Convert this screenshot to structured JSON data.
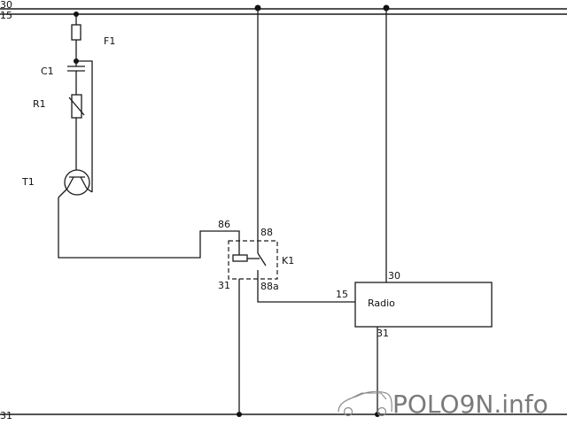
{
  "rails": {
    "top_a": "30",
    "top_b": "15",
    "bottom": "31"
  },
  "components": {
    "fuse": "F1",
    "capacitor": "C1",
    "resistor": "R1",
    "transistor": "T1",
    "relay": {
      "name": "K1",
      "pin_coil_in": "86",
      "pin_coil_out": "31",
      "pin_contact_in": "88",
      "pin_contact_out": "88a"
    },
    "radio": {
      "label": "Radio",
      "pin_power": "30",
      "pin_switched": "15",
      "pin_ground": "31"
    }
  },
  "logo": {
    "text": "POLO9N.info"
  },
  "colors": {
    "line": "#1a1a1a",
    "logo": "#7a7a7a"
  }
}
